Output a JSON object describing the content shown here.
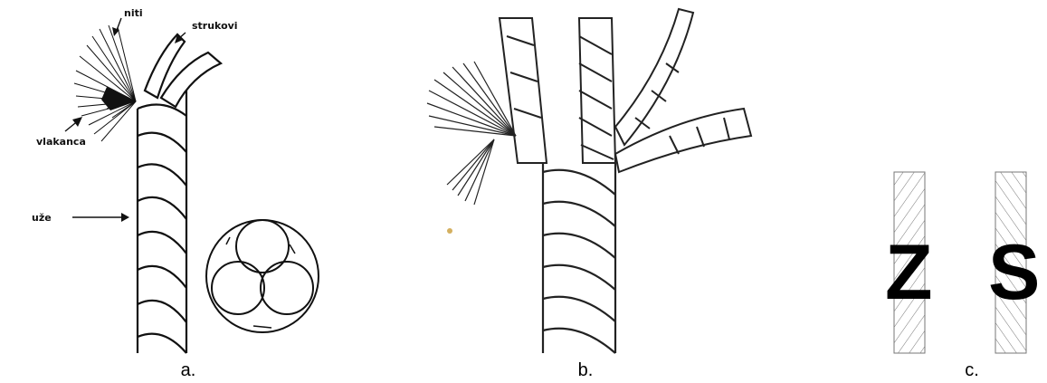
{
  "panels": [
    {
      "caption": "a.",
      "labels": {
        "threads": "niti",
        "strands": "strukovi",
        "fibers": "vlakanca",
        "rope": "uže"
      }
    },
    {
      "caption": "b."
    },
    {
      "caption": "c.",
      "twist_left": "Z",
      "twist_right": "S"
    }
  ]
}
